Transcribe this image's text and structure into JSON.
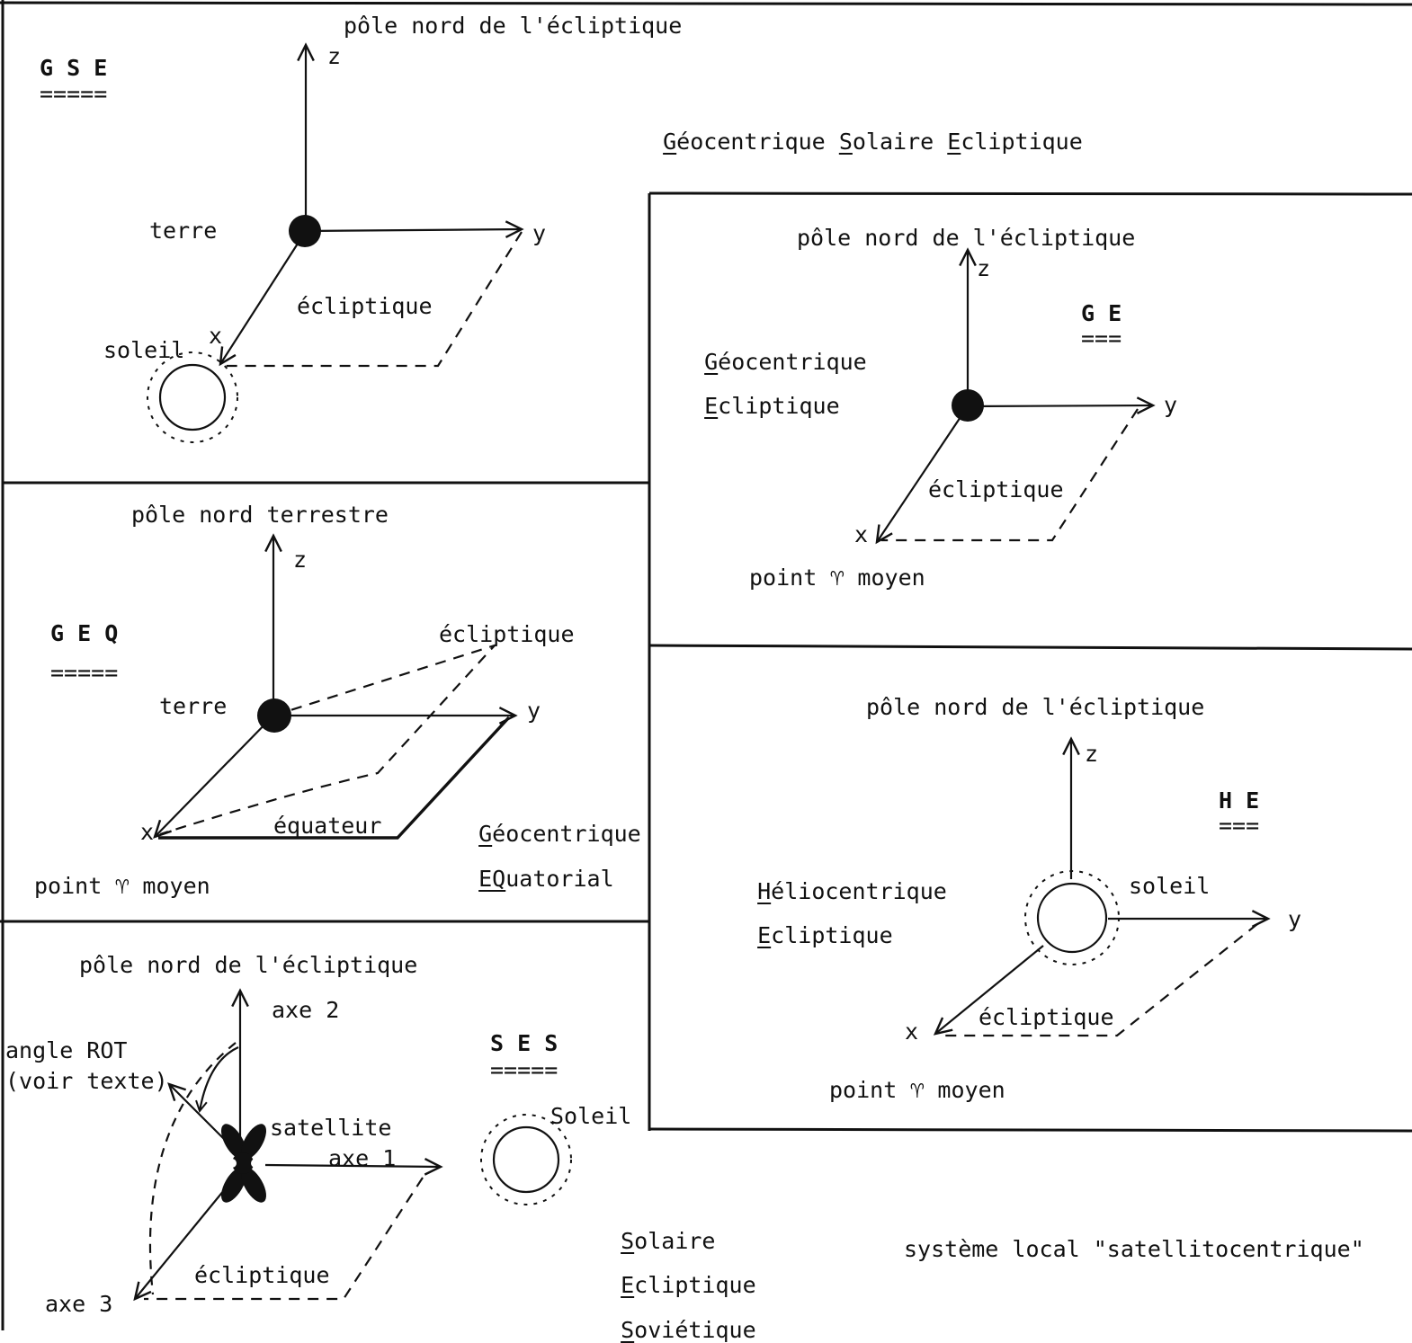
{
  "gse": {
    "pole": "pôle nord de l'écliptique",
    "z": "z",
    "y": "y",
    "x": "x",
    "code": "G S E",
    "code_rule": "=====",
    "earth": "terre",
    "plane": "écliptique",
    "sun": "soleil",
    "full_name": [
      {
        "initial": "G",
        "rest": "éocentrique"
      },
      {
        "initial": "S",
        "rest": "olaire"
      },
      {
        "initial": "E",
        "rest": "cliptique"
      }
    ]
  },
  "ge": {
    "pole": "pôle nord de l'écliptique",
    "z": "z",
    "y": "y",
    "x": "x",
    "code": "G E",
    "code_rule": "===",
    "name_line1": {
      "initial": "G",
      "rest": "éocentrique"
    },
    "name_line2": {
      "initial": "E",
      "rest": "cliptique"
    },
    "plane": "écliptique",
    "point": "point ♈ moyen"
  },
  "geq": {
    "pole": "pôle nord terrestre",
    "z": "z",
    "y": "y",
    "x": "x",
    "code": "G E Q",
    "code_rule": "=====",
    "earth": "terre",
    "ecliptic": "écliptique",
    "equator": "équateur",
    "name_line1": {
      "initial": "G",
      "rest": "éocentrique"
    },
    "name_line2": {
      "initial": "EQ",
      "rest": "uatorial"
    },
    "point": "point ♈ moyen"
  },
  "he": {
    "pole": "pôle nord de l'écliptique",
    "z": "z",
    "y": "y",
    "x": "x",
    "code": "H E",
    "code_rule": "===",
    "name_line1": {
      "initial": "H",
      "rest": "éliocentrique"
    },
    "name_line2": {
      "initial": "E",
      "rest": "cliptique"
    },
    "sun": "soleil",
    "plane": "écliptique",
    "point": "point ♈ moyen"
  },
  "ses": {
    "pole": "pôle nord de l'écliptique",
    "axis2": "axe 2",
    "axis1": "axe 1",
    "axis3": "axe 3",
    "rot_line1": "angle ROT",
    "rot_line2": "(voir texte)",
    "satellite": "satellite",
    "code": "S E S",
    "code_rule": "=====",
    "sun": "Soleil",
    "plane": "écliptique",
    "name_line1": {
      "initial": "S",
      "rest": "olaire"
    },
    "name_line2": {
      "initial": "E",
      "rest": "cliptique"
    },
    "name_line3": {
      "initial": "S",
      "rest": "oviétique"
    },
    "local": "système local \"satellitocentrique\""
  }
}
